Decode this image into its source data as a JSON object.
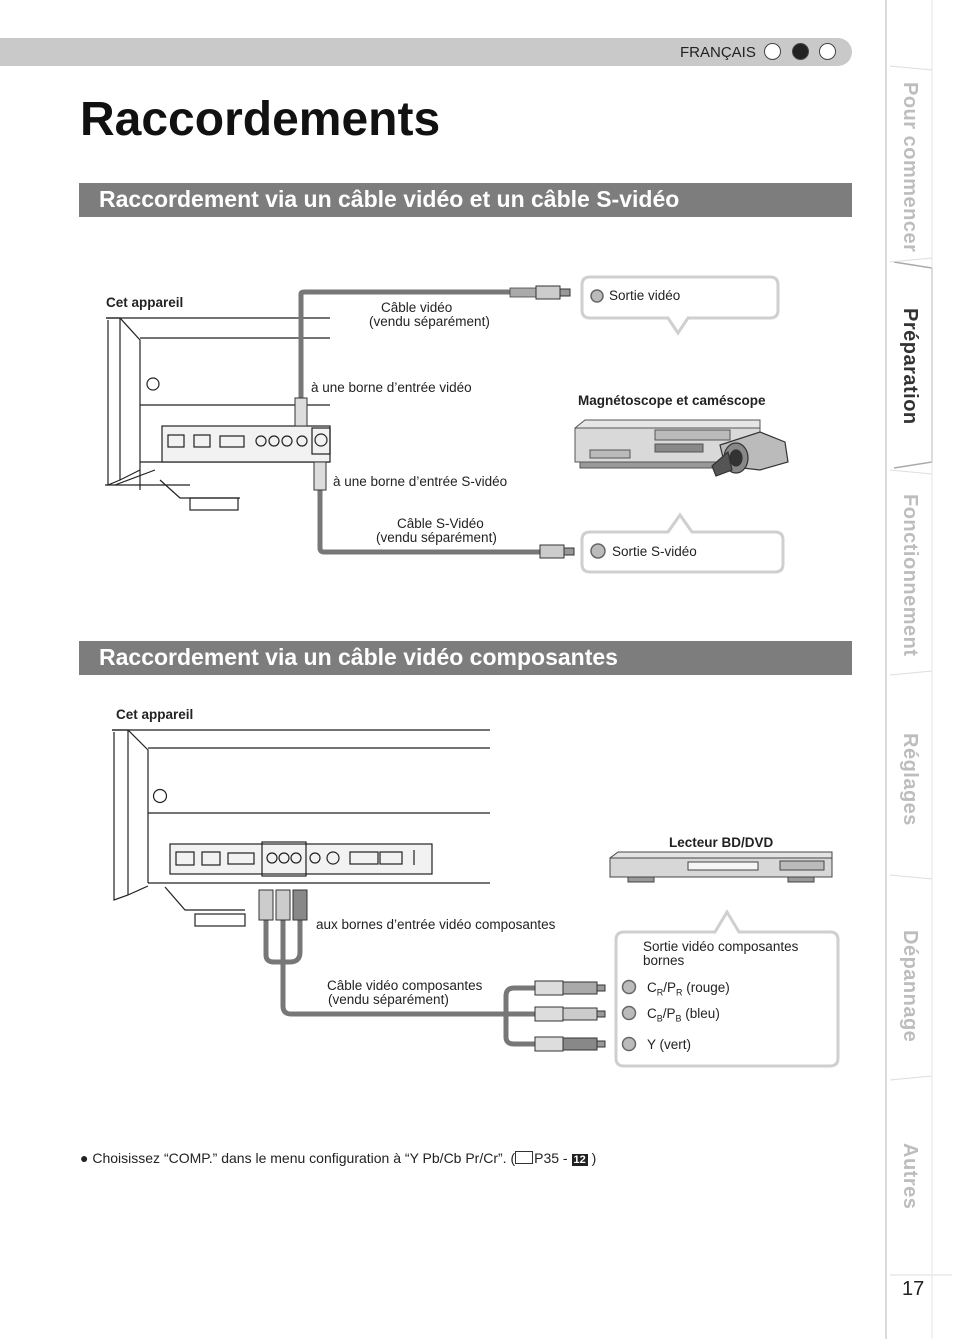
{
  "header": {
    "language": "FRANÇAIS"
  },
  "page_title": "Raccordements",
  "section1": {
    "heading": "Raccordement via un câble vidéo et un câble S-vidéo",
    "this_unit": "Cet appareil",
    "video_cable": "Câble vidéo",
    "video_cable_note": "(vendu séparément)",
    "to_video_input": "à une borne d’entrée vidéo",
    "to_svideo_input": "à une borne d’entrée S-vidéo",
    "svideo_cable": "Câble S-Vidéo",
    "svideo_cable_note": "(vendu séparément)",
    "video_out": "Sortie vidéo",
    "device": "Magnétoscope et caméscope",
    "svideo_out": "Sortie S-vidéo"
  },
  "section2": {
    "heading": "Raccordement via un câble vidéo composantes",
    "this_unit": "Cet appareil",
    "player": "Lecteur BD/DVD",
    "to_component_inputs": "aux bornes d’entrée vidéo composantes",
    "component_cable": "Câble vidéo composantes",
    "component_cable_note": "(vendu séparément)",
    "outputs_title": "Sortie vidéo composantes bornes",
    "cr": {
      "main1": "C",
      "sub1": "R",
      "mid": "/P",
      "sub2": "R",
      "tail": " (rouge)"
    },
    "cb": {
      "main1": "C",
      "sub1": "B",
      "mid": "/P",
      "sub2": "B",
      "tail": " (bleu)"
    },
    "y": "Y (vert)"
  },
  "note": {
    "text": "Choisissez “COMP.” dans le menu configuration à “Y Pb/Cb Pr/Cr”. (",
    "ref": "P35",
    "sep": " - ",
    "badge": "12",
    "close": " )"
  },
  "sidebar_tabs": [
    "Pour commencer",
    "Préparation",
    "Fonctionnement",
    "Réglages",
    "Dépannage",
    "Autres"
  ],
  "active_tab": "Préparation",
  "page_number": "17"
}
